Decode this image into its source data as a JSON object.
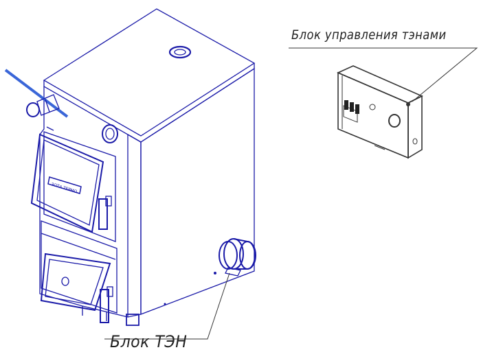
{
  "labels": {
    "control_unit": "Блок управления тэнами",
    "heater_unit": "Блок ТЭН",
    "door_plate": "ЗОТА ТЕРМО"
  },
  "colors": {
    "boiler_outline": "#1a1aa8",
    "damper_rod": "#3a66d8",
    "control_box_outline": "#333333",
    "background": "#ffffff"
  }
}
